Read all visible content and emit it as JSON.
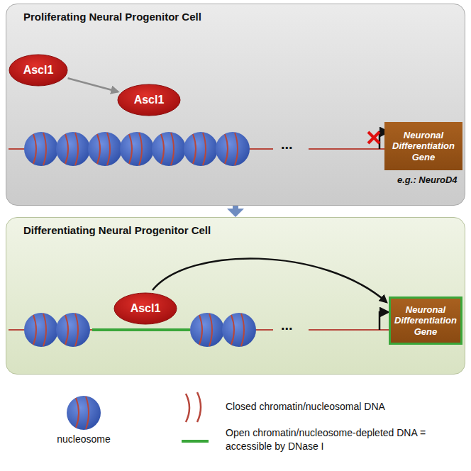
{
  "diagram": {
    "nodes": [
      {
        "text": [
          "Proliferating Neural Progenitor Cell"
        ]
      },
      {
        "text": [
          "Ascl1"
        ],
        "in": 0
      },
      {
        "text": [
          "Ascl1"
        ],
        "in": 0
      },
      {
        "text": [
          "Neuronal Differentiation Gene"
        ],
        "in": 0
      },
      {
        "text": [
          "Differentiating Neural Progenitor Cell"
        ]
      },
      {
        "text": [
          "Ascl1"
        ],
        "in": 4
      },
      {
        "text": [
          "Neuronal Differentiation Gene"
        ],
        "in": 4
      }
    ],
    "edges": [
      {
        "from": 1,
        "to": 2,
        "arrow": "to"
      },
      {
        "from": 0,
        "to": 4,
        "arrow": "to"
      },
      {
        "from": 5,
        "to": 6,
        "arrow": "to"
      }
    ],
    "labels": [
      "e.g.: NeuroD4",
      "...",
      "..."
    ],
    "legend": [
      {
        "text": "nucleosome"
      },
      {
        "text": "Closed chromatin/nucleosomal DNA"
      },
      {
        "text": "Open chromatin/nucleosome-depleted DNA = accessible by DNase I"
      }
    ]
  }
}
